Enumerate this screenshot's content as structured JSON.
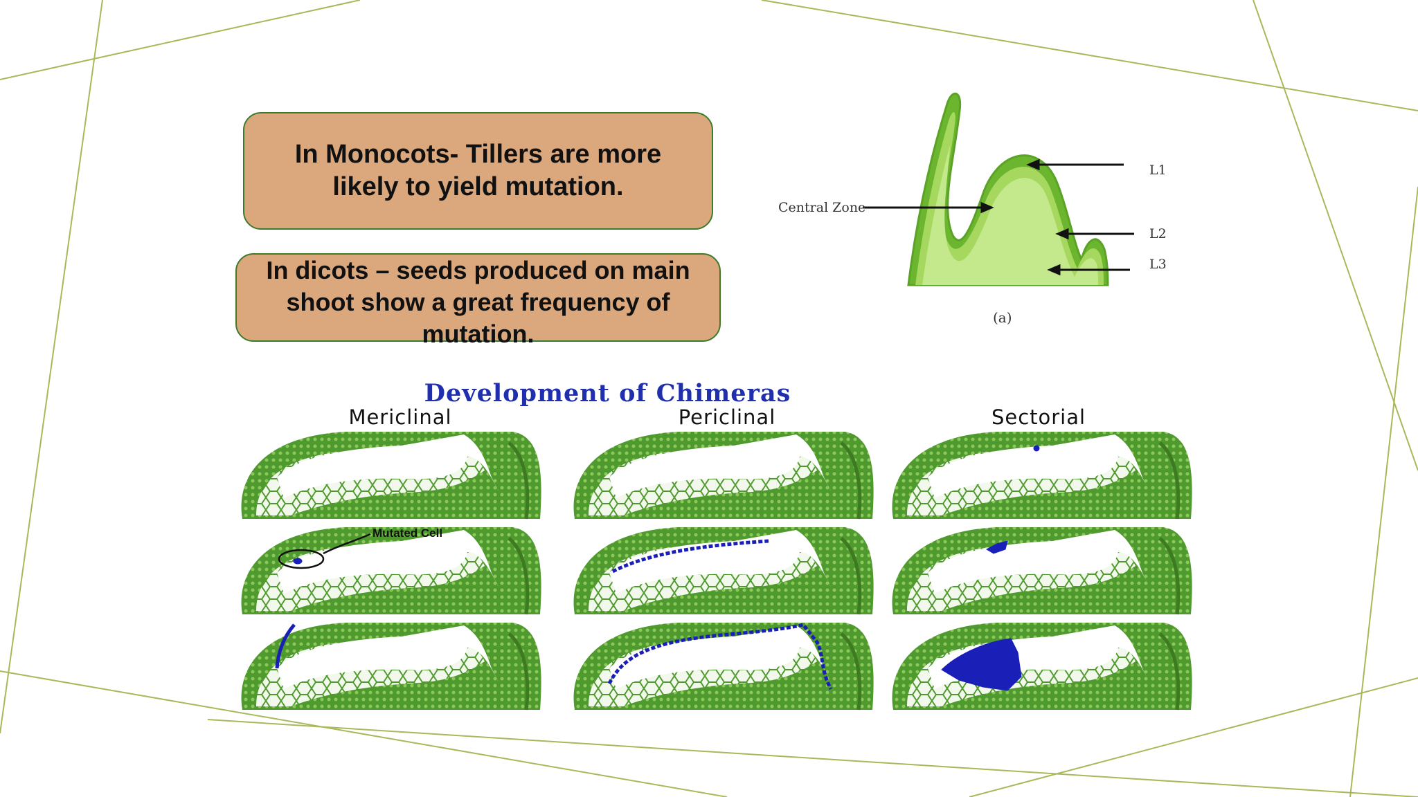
{
  "callouts": {
    "monocots": "In Monocots- Tillers are more likely to yield mutation.",
    "dicots": "In dicots – seeds produced on main shoot show a great frequency of mutation."
  },
  "meristem_figure": {
    "central_zone_label": "Central Zone",
    "layer_labels": [
      "L1",
      "L2",
      "L3"
    ],
    "panel_label": "(a)"
  },
  "chimeras": {
    "title": "Development of Chimeras",
    "columns": [
      "Mericlinal",
      "Periclinal",
      "Sectorial"
    ],
    "mutated_cell_label": "Mutated Cell"
  },
  "colors": {
    "callout_fill": "#dba77d",
    "callout_border": "#3d7a2a",
    "decor_lines": "#a8b85a",
    "tissue_green": "#4f9a2e",
    "mutation_blue": "#1a1fb8",
    "title_blue": "#1f2fae"
  }
}
